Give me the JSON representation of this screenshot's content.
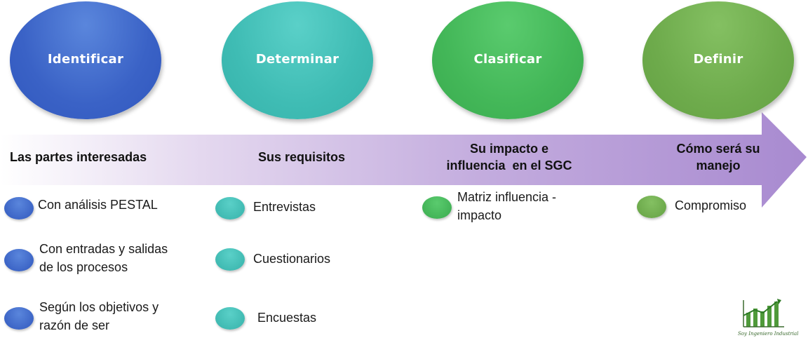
{
  "steps": [
    {
      "label": "Identificar",
      "heading": "Las partes interesadas"
    },
    {
      "label": "Determinar",
      "heading": "Sus requisitos"
    },
    {
      "label": "Clasificar",
      "heading_line1": "Su impacto e",
      "heading_line2": "influencia  en el SGC"
    },
    {
      "label": "Definir",
      "heading_line1": "Cómo será su",
      "heading_line2": "manejo"
    }
  ],
  "column1_items": [
    {
      "line1": "Con análisis PESTAL"
    },
    {
      "line1": "Con entradas y salidas",
      "line2": "de los procesos"
    },
    {
      "line1": "Según los objetivos y",
      "line2": "razón de ser"
    }
  ],
  "column2_items": [
    "Entrevistas",
    "Cuestionarios",
    "Encuestas"
  ],
  "column3_items": [
    {
      "line1": "Matriz influencia -",
      "line2": "impacto"
    }
  ],
  "column4_items": [
    "Compromiso"
  ],
  "logo": {
    "caption": "Soy Ingeniero Industrial",
    "icon": "rising-bar-chart-icon"
  },
  "colors": {
    "blue": "#3a62c6",
    "teal": "#3fbcb4",
    "green": "#43b758",
    "olive": "#6eab4c",
    "arrow_start": "#ffffff",
    "arrow_end": "#a88ad0"
  }
}
